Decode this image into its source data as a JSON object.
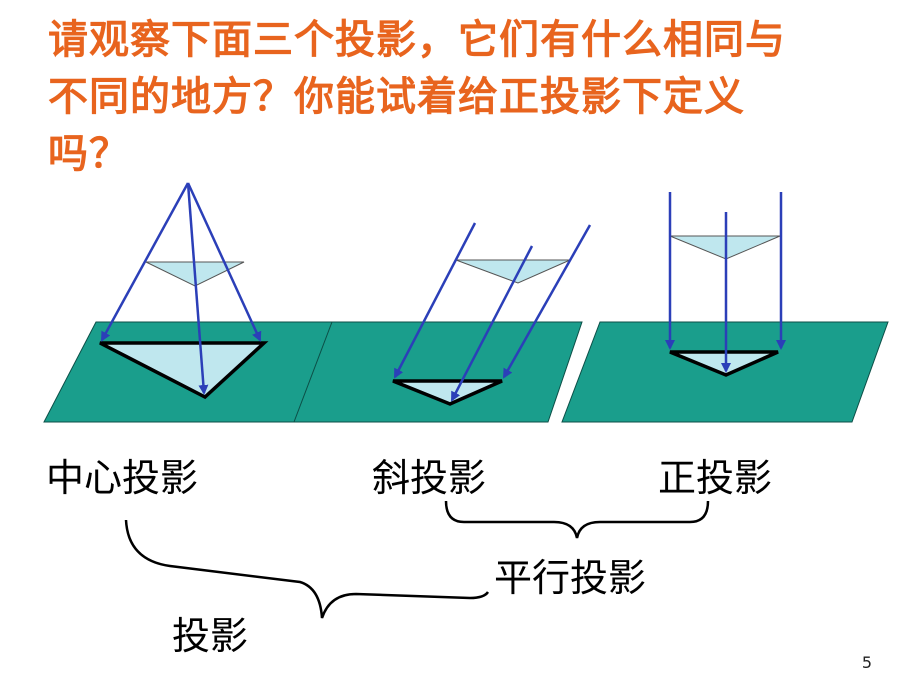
{
  "question": "请观察下面三个投影，它们有什么相同与不同的地方？你能试着给正投影下定义吗？",
  "labels": {
    "central": "中心投影",
    "oblique": "斜投影",
    "orthographic": "正投影",
    "parallel": "平行投影",
    "projection": "投影"
  },
  "page_number": "5",
  "colors": {
    "question_text": "#e8641e",
    "plane": "#1a9e8c",
    "ray": "#2b3fb8",
    "triangle_fill": "#bfe7ee",
    "outline": "#000000"
  }
}
